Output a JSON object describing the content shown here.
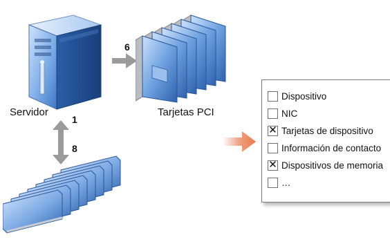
{
  "diagram": {
    "server_label": "Servidor",
    "pci_label": "Tarjetas PCI",
    "pci_count": "6",
    "server_badge": "1",
    "memory_count": "8"
  },
  "checklist": {
    "items": [
      {
        "label": "Dispositivo",
        "checked": false
      },
      {
        "label": "NIC",
        "checked": false
      },
      {
        "label": "Tarjetas de dispositivo",
        "checked": true
      },
      {
        "label": "Información de contacto",
        "checked": false
      },
      {
        "label": "Dispositivos de memoria",
        "checked": true
      },
      {
        "label": "…",
        "checked": false
      }
    ]
  },
  "colors": {
    "arrow_gray": "#9a9a9a",
    "arrow_orange": "#e8794a",
    "hardware_blue": "#3f78c7"
  }
}
